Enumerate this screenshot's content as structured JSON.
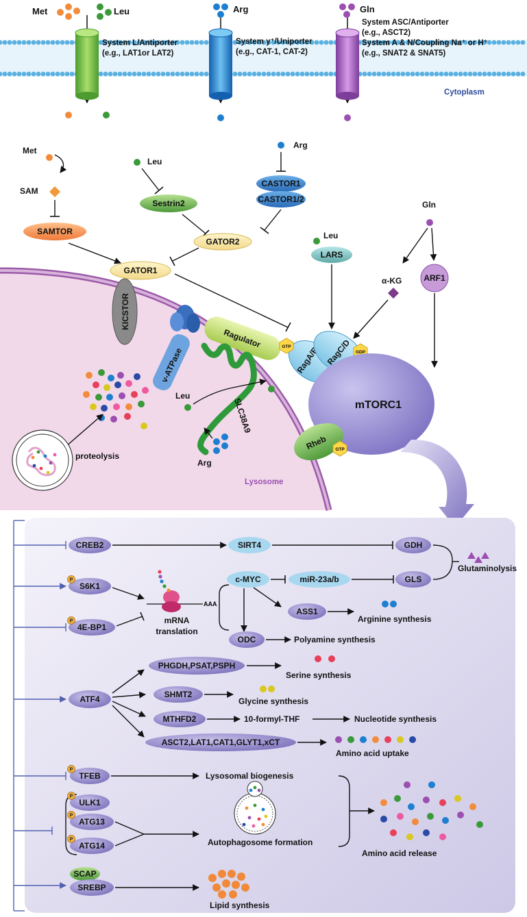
{
  "top": {
    "met": "Met",
    "leu": "Leu",
    "arg": "Arg",
    "gln": "Gln",
    "system_l": "System L/Antiporter",
    "system_l_eg": "(e.g., LAT1or LAT2)",
    "system_y": "System y⁺/Uniporter",
    "system_y_eg": "(e.g., CAT-1, CAT-2)",
    "system_asc": "System ASC/Antiporter",
    "system_asc_eg": "(e.g., ASCT2)",
    "system_an": "System A & N/Coupling Na⁺ or H⁺",
    "system_an_eg": "(e.g., SNAT2 & SNAT5)",
    "cytoplasm": "Cytoplasm"
  },
  "sensing": {
    "met": "Met",
    "sam": "SAM",
    "samtor": "SAMTOR",
    "leu": "Leu",
    "sestrin2": "Sestrin2",
    "arg": "Arg",
    "castor1": "CASTOR1",
    "castor12": "CASTOR1/2",
    "gator2": "GATOR2",
    "gator1": "GATOR1",
    "leu2": "Leu",
    "lars": "LARS",
    "gln": "Gln",
    "akg": "α-KG",
    "arf1": "ARF1",
    "kicstor": "KICSTOR",
    "vatpase": "v-ATPase",
    "ragulator": "Ragulator",
    "gtp": "GTP",
    "gdp": "GDP",
    "ragab": "RagA/B",
    "ragcd": "RagC/D",
    "mtorc1": "mTORC1",
    "rheb": "Rheb",
    "gtp2": "GTP",
    "slc38a9": "SLC38A9",
    "leu3": "Leu",
    "arg3": "Arg",
    "proteolysis": "proteolysis",
    "lysosome": "Lysosome"
  },
  "downstream": {
    "creb2": "CREB2",
    "sirt4": "SIRT4",
    "gdh": "GDH",
    "glutaminolysis": "Glutaminolysis",
    "s6k1": "S6K1",
    "cmyc": "c-MYC",
    "mir23": "miR-23a/b",
    "gls": "GLS",
    "aaa": "AAA",
    "mrna": "mRNA",
    "translation": "translation",
    "ass1": "ASS1",
    "arginine_synth": "Arginine synthesis",
    "ebp1": "4E-BP1",
    "odc": "ODC",
    "polyamine": "Polyamine synthesis",
    "phgdh": "PHGDH,PSAT,PSPH",
    "serine": "Serine synthesis",
    "atf4": "ATF4",
    "shmt2": "SHMT2",
    "glycine": "Glycine synthesis",
    "mthfd2": "MTHFD2",
    "thf": "10-formyl-THF",
    "nucleotide": "Nucleotide synthesis",
    "asct2": "ASCT2,LAT1,CAT1,GLYT1,xCT",
    "aa_uptake": "Amino acid uptake",
    "tfeb": "TFEB",
    "lyso_bio": "Lysosomal biogenesis",
    "ulk1": "ULK1",
    "atg13": "ATG13",
    "atg14": "ATG14",
    "autophagosome": "Autophagosome formation",
    "aa_release": "Amino acid release",
    "scap": "SCAP",
    "srebp": "SREBP",
    "lipid": "Lipid synthesis",
    "p": "P"
  },
  "colors": {
    "met": "#f28c3c",
    "leu": "#3a9a3a",
    "arg": "#1e7fd0",
    "gln": "#9b4fb0",
    "oval_purple": "#8f86c8",
    "panel": "#d8d4ea",
    "lysosome": "#efd3e6",
    "membrane": "#5ab0e0"
  }
}
